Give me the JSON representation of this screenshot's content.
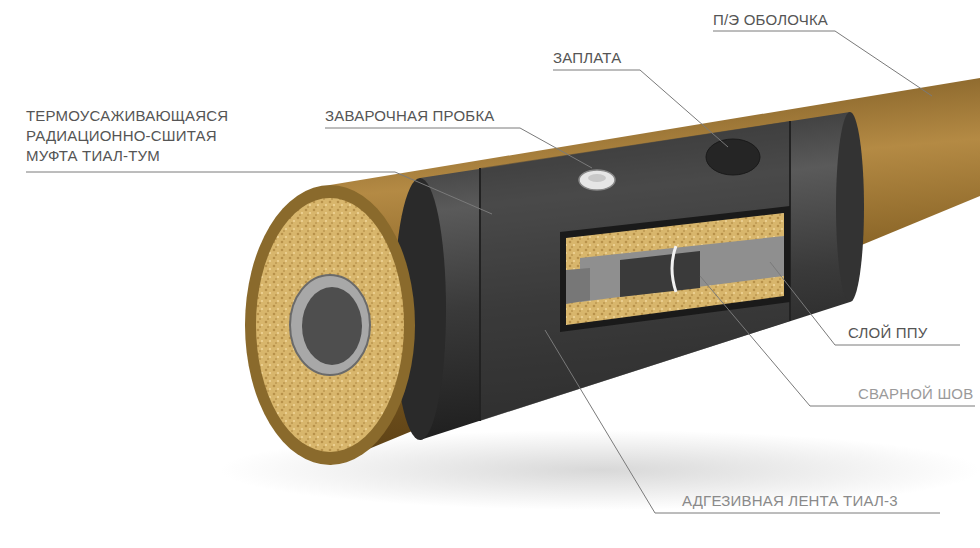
{
  "diagram": {
    "labels": [
      "П/Э ОБОЛОЧКА",
      "ЗАПЛАТА",
      "ЗАВАРОЧНАЯ ПРОБКА",
      "ТЕРМОУСАЖИВАЮЩАЯСЯ РАДИАЦИОННО-СШИТАЯ МУФТА ТИАЛ-ТУМ",
      "СЛОЙ ППУ",
      "СВАРНОЙ ШОВ",
      "АДГЕЗИВНАЯ ЛЕНТА ТИАЛ-3"
    ]
  }
}
